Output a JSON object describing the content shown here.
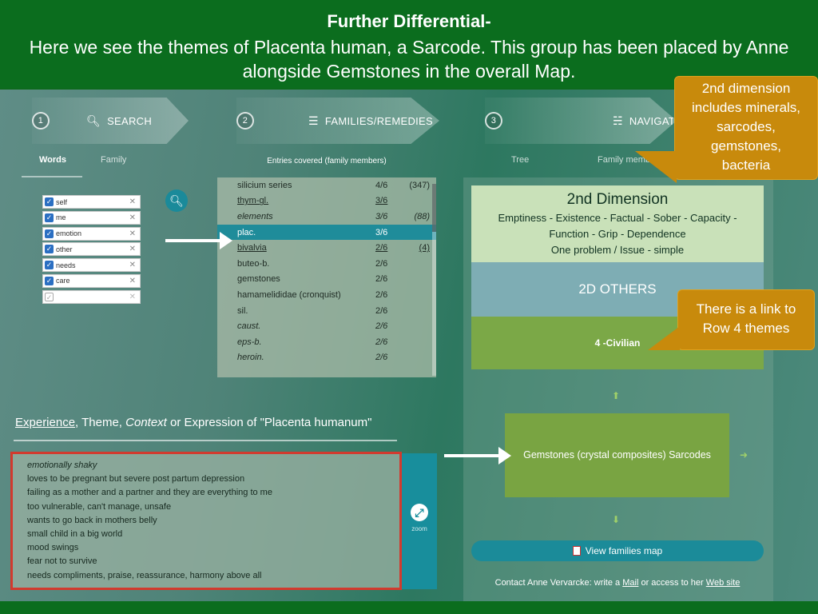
{
  "slide": {
    "title": "Further Differential-",
    "subtitle": "Here we see the themes of Placenta human, a Sarcode. This group has been placed by Anne alongside Gemstones in the overall Map."
  },
  "steps": [
    {
      "num": "1",
      "label": "SEARCH",
      "icon": "search-icon"
    },
    {
      "num": "2",
      "label": "FAMILIES/REMEDIES",
      "icon": "list-icon"
    },
    {
      "num": "3",
      "label": "NAVIGATE",
      "icon": "sitemap-icon"
    }
  ],
  "search": {
    "tabs": [
      "Words",
      "Family"
    ],
    "words": [
      "self",
      "me",
      "emotion",
      "other",
      "needs",
      "care",
      ""
    ]
  },
  "families": {
    "header": "Entries covered (family members)",
    "rows": [
      {
        "name": "silicium series",
        "count": "4/6",
        "extra": "(347)",
        "style": ""
      },
      {
        "name": "thym-gl.",
        "count": "3/6",
        "extra": "",
        "style": "u"
      },
      {
        "name": "elements",
        "count": "3/6",
        "extra": "(88)",
        "style": "i"
      },
      {
        "name": "plac.",
        "count": "3/6",
        "extra": "",
        "style": "sel"
      },
      {
        "name": "bivalvia",
        "count": "2/6",
        "extra": "(4)",
        "style": "u"
      },
      {
        "name": "buteo-b.",
        "count": "2/6",
        "extra": "",
        "style": ""
      },
      {
        "name": "gemstones",
        "count": "2/6",
        "extra": "",
        "style": ""
      },
      {
        "name": "hamamelididae (cronquist)",
        "count": "2/6",
        "extra": "",
        "style": ""
      },
      {
        "name": "sil.",
        "count": "2/6",
        "extra": "",
        "style": ""
      },
      {
        "name": "caust.",
        "count": "2/6",
        "extra": "",
        "style": "i"
      },
      {
        "name": "eps-b.",
        "count": "2/6",
        "extra": "",
        "style": "i"
      },
      {
        "name": "heroin.",
        "count": "2/6",
        "extra": "",
        "style": "i"
      }
    ]
  },
  "navigate": {
    "tabs": [
      "Tree",
      "Family members"
    ],
    "dimension_title": "2nd Dimension",
    "dimension_body": [
      "Emptiness - Existence - Factual - Sober - Capacity -",
      "Function - Grip - Dependence",
      "One problem / Issue - simple"
    ],
    "others": "2D OTHERS",
    "civilian": "4 -Civilian",
    "gems": "Gemstones (crystal composites) Sarcodes",
    "view_map": "View families map",
    "contact_pre": "Contact Anne Vervarcke: write a ",
    "contact_mail": "Mail",
    "contact_mid": " or access to her ",
    "contact_web": "Web site"
  },
  "experience": {
    "title_1": "Experience",
    "title_2": ", Theme, ",
    "title_3": "Context",
    "title_4": " or Expression of \"Placenta humanum\"",
    "lines": [
      "emotionally shaky",
      "loves to be pregnant but severe post partum depression",
      "failing as a mother and a partner and they are everything to me",
      "too vulnerable, can't manage, unsafe",
      "wants to go back in mothers belly",
      "small child in a big world",
      "mood swings",
      "fear not to survive",
      "needs compliments, praise, reassurance, harmony above all"
    ],
    "zoom_label": "zoom"
  },
  "callouts": {
    "c1": [
      "2nd dimension",
      "includes minerals,",
      "sarcodes,",
      "gemstones,",
      "bacteria"
    ],
    "c2": [
      "There is a link to",
      "Row 4 themes"
    ]
  }
}
